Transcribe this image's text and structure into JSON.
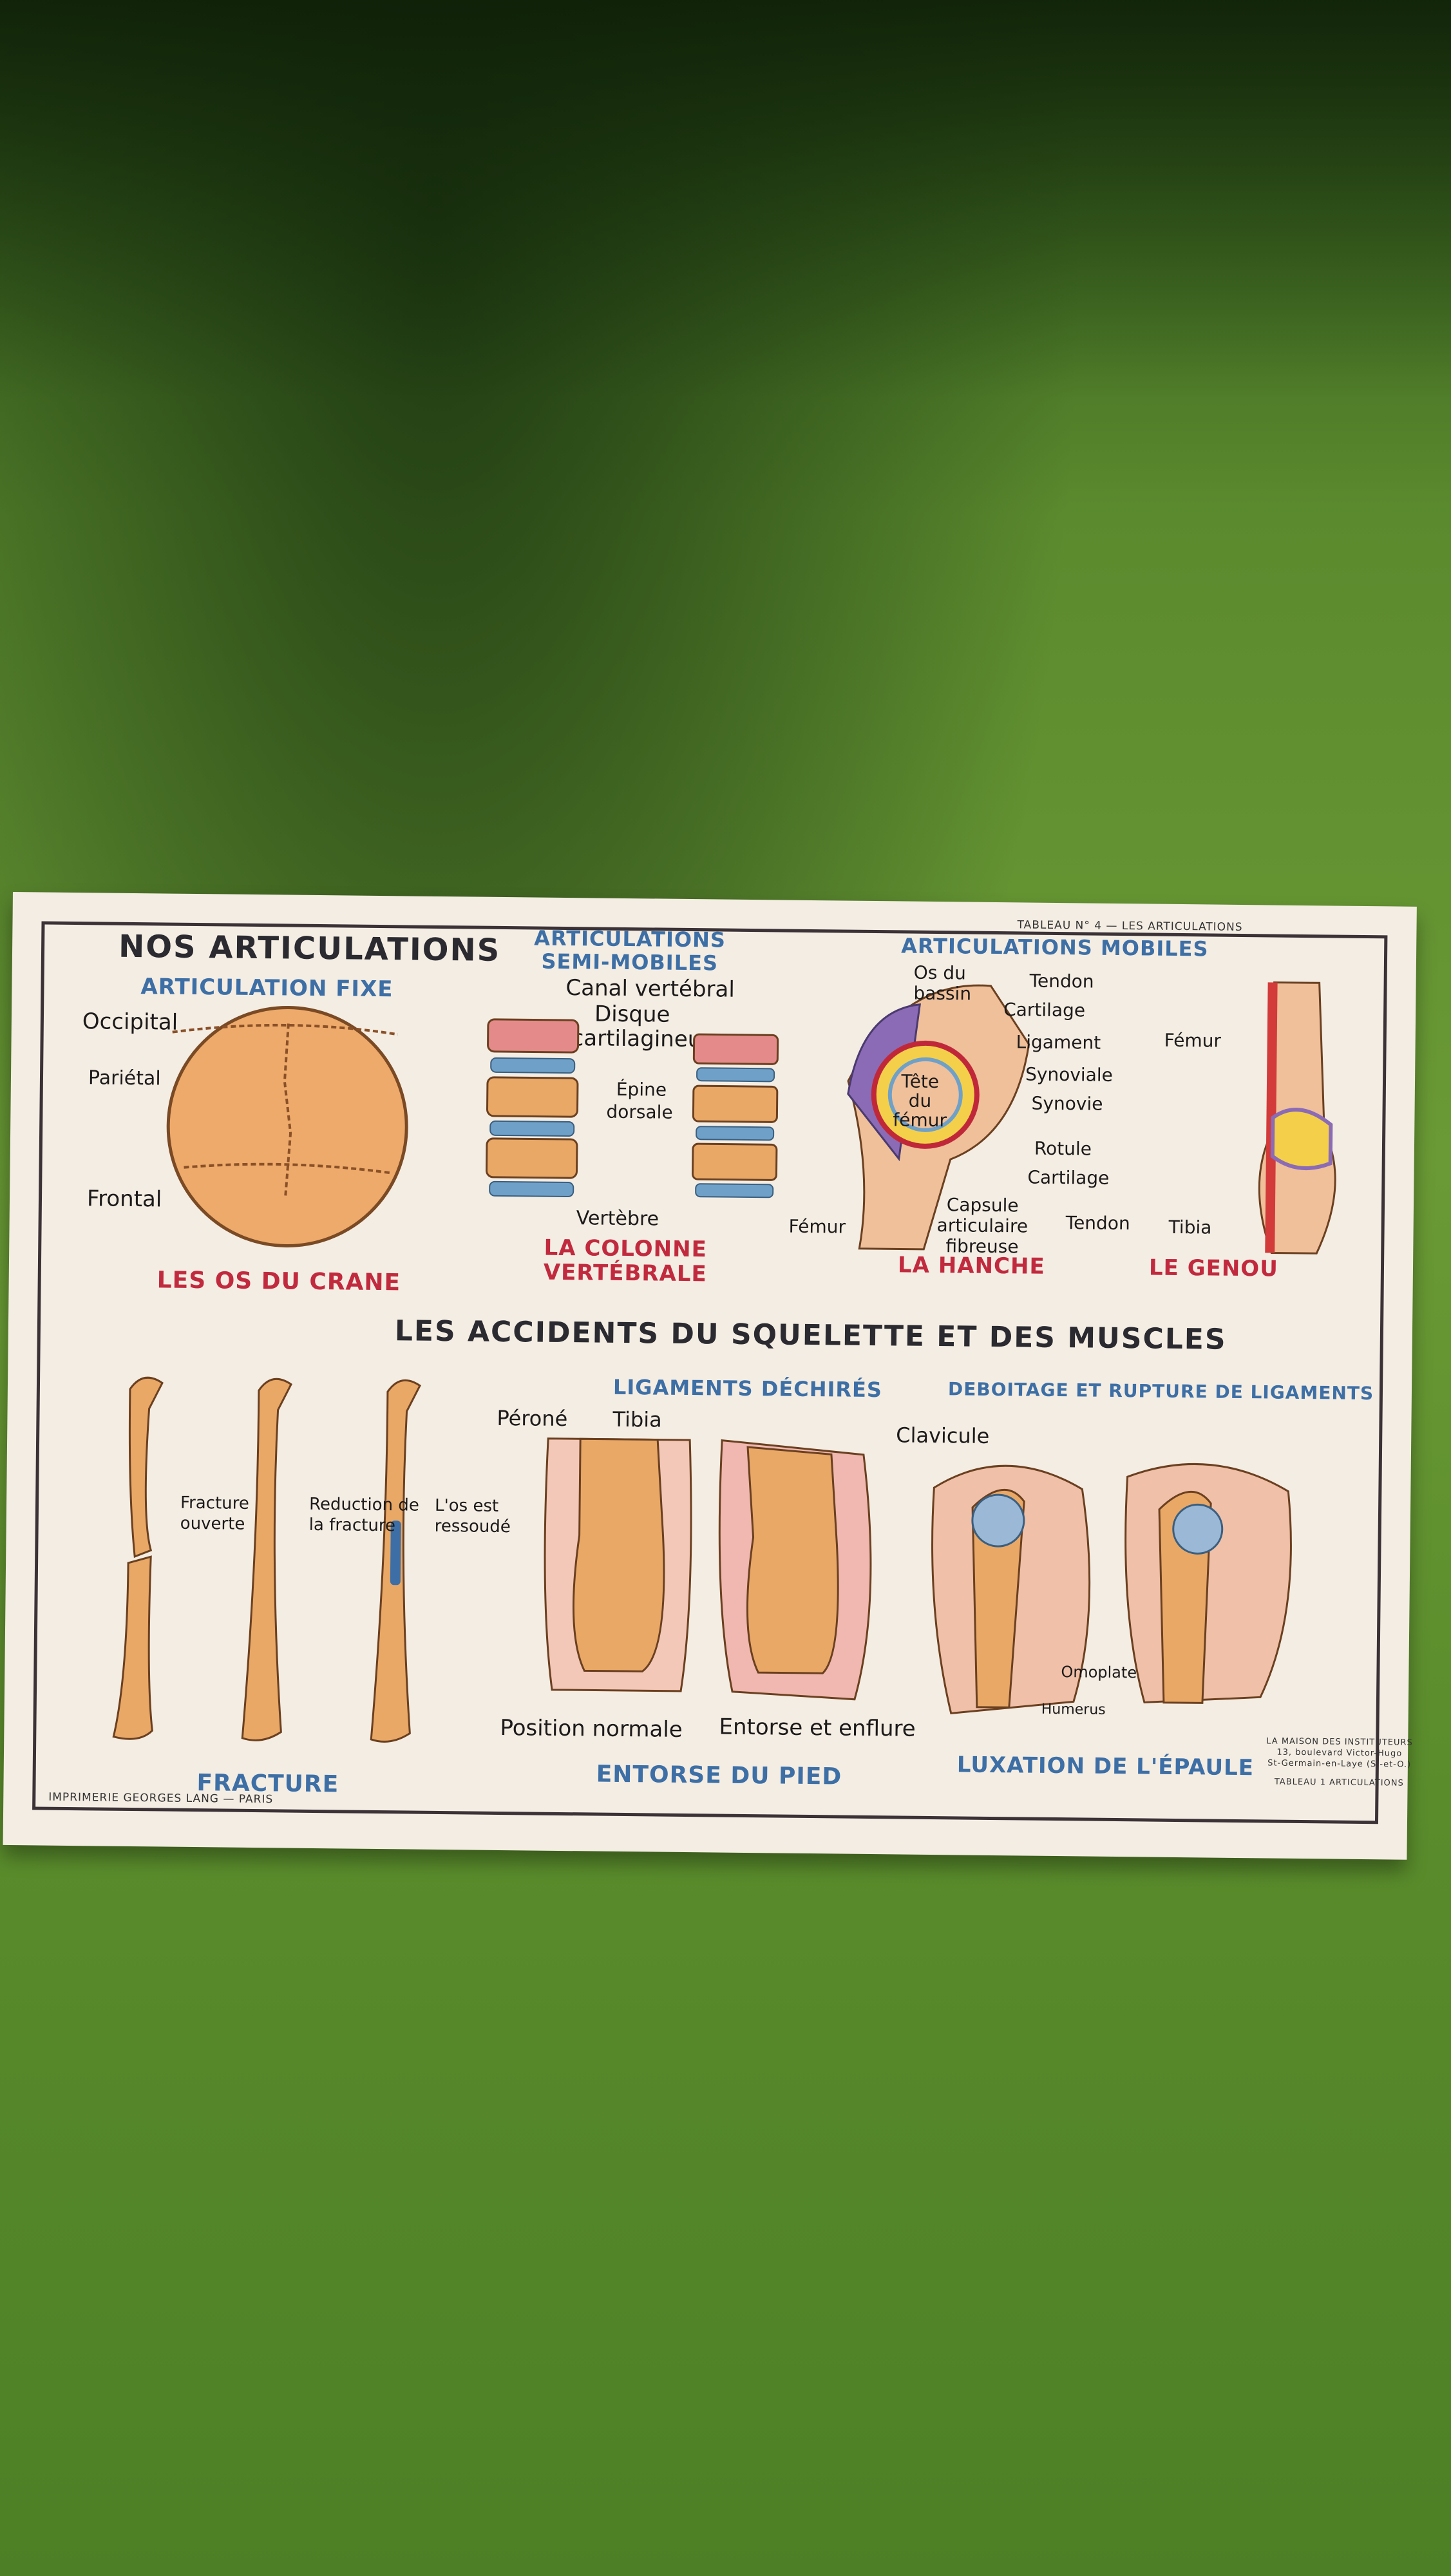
{
  "poster": {
    "title": "NOS ARTICULATIONS",
    "header_small": "TABLEAU N° 4 — LES ARTICULATIONS",
    "fixed": {
      "heading": "ARTICULATION FIXE",
      "labels": [
        "Occipital",
        "Pariétal",
        "Frontal"
      ],
      "caption": "LES OS DU CRANE"
    },
    "semi_mobile": {
      "heading": [
        "ARTICULATIONS",
        "SEMI-MOBILES"
      ],
      "labels": [
        "Canal vertébral",
        "Disque",
        "cartilagineux",
        "Épine",
        "dorsale",
        "Vertèbre"
      ],
      "caption": [
        "LA COLONNE",
        "VERTÉBRALE"
      ]
    },
    "mobile": {
      "heading": "ARTICULATIONS MOBILES",
      "hip_labels": [
        "Os du",
        "bassin",
        "Tête",
        "du",
        "fémur",
        "Fémur",
        "Capsule",
        "articulaire",
        "fibreuse"
      ],
      "middle_labels": [
        "Tendon",
        "Cartilage",
        "Ligament",
        "Synoviale",
        "Synovie",
        "Rotule",
        "Cartilage",
        "Tendon"
      ],
      "knee_labels": [
        "Fémur",
        "Tibia"
      ],
      "hip_caption": "LA HANCHE",
      "knee_caption": "LE GENOU"
    },
    "accidents_title": "LES ACCIDENTS DU SQUELETTE ET DES MUSCLES",
    "fracture": {
      "labels": [
        "Fracture",
        "ouverte",
        "Reduction de",
        "la fracture",
        "L'os est",
        "ressoudé"
      ],
      "caption": "FRACTURE"
    },
    "sprain": {
      "heading": "LIGAMENTS DÉCHIRÉS",
      "labels": [
        "Péroné",
        "Tibia",
        "Position normale",
        "Entorse et enflure"
      ],
      "caption": "ENTORSE DU PIED"
    },
    "dislocation": {
      "heading": "DEBOITAGE ET RUPTURE DE LIGAMENTS",
      "labels": [
        "Clavicule",
        "Omoplate",
        "Humerus"
      ],
      "caption": "LUXATION DE L'ÉPAULE"
    },
    "printer": "IMPRIMERIE GEORGES LANG — PARIS",
    "publisher": [
      "LA MAISON DES INSTITUTEURS",
      "13, boulevard Victor-Hugo",
      "St-Germain-en-Laye (S.-et-O.)",
      "TABLEAU 1 ARTICULATIONS"
    ]
  },
  "colors": {
    "blue": "#3d6fa6",
    "red": "#c12a3e",
    "bone": "#e9a866",
    "paper": "#f4ede3",
    "grass": "#5b8a2e"
  }
}
